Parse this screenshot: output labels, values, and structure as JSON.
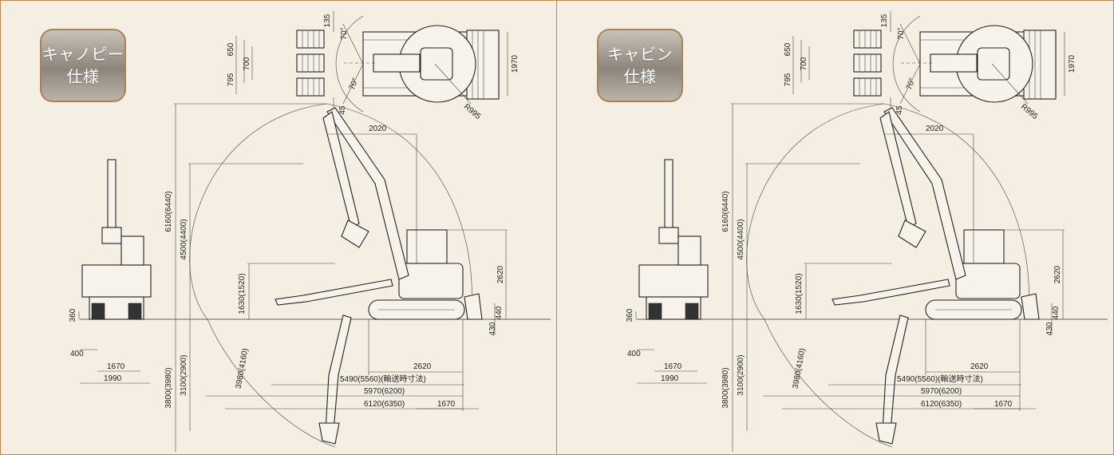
{
  "panels": [
    {
      "badge": {
        "line1": "キャノピー",
        "line2": "仕様"
      },
      "dims": {
        "top_135": "135",
        "top_650": "650",
        "top_795": "795",
        "top_700": "700",
        "angle_a": "70°",
        "angle_b": "70°",
        "width_1970": "1970",
        "r_995": "R995",
        "d_45": "45",
        "reach_2020": "2020",
        "h_6160": "6160(6440)",
        "h_4500": "4500(4400)",
        "h_1630": "1630(1520)",
        "h_2620": "2620",
        "d_360": "360",
        "d_440": "440",
        "d_430": "430",
        "w_400": "400",
        "w_1670": "1670",
        "w_1990": "1990",
        "d_3800": "3800(3980)",
        "d_3100": "3100(2900)",
        "d_3980": "3980(4160)",
        "l_2620": "2620",
        "l_5490": "5490(5560)(輸送時寸法)",
        "l_5970": "5970(6200)",
        "l_6120": "6120(6350)",
        "l_1670": "1670"
      }
    },
    {
      "badge": {
        "line1": "キャビン",
        "line2": "仕様"
      },
      "dims": {
        "top_135": "135",
        "top_650": "650",
        "top_795": "795",
        "top_700": "700",
        "angle_a": "70°",
        "angle_b": "70°",
        "width_1970": "1970",
        "r_995": "R995",
        "d_45": "45",
        "reach_2020": "2020",
        "h_6160": "6160(6440)",
        "h_4500": "4500(4400)",
        "h_1630": "1630(1520)",
        "h_2620": "2620",
        "d_360": "360",
        "d_440": "440",
        "d_430": "430",
        "w_400": "400",
        "w_1670": "1670",
        "w_1990": "1990",
        "d_3800": "3800(3980)",
        "d_3100": "3100(2900)",
        "d_3980": "3980(4160)",
        "l_2620": "2620",
        "l_5490": "5490(5560)(輸送時寸法)",
        "l_5970": "5970(6200)",
        "l_6120": "6120(6350)",
        "l_1670": "1670"
      }
    }
  ],
  "colors": {
    "background": "#f4efe2",
    "border": "#b58a5a",
    "badge_text": "#ffffff"
  }
}
